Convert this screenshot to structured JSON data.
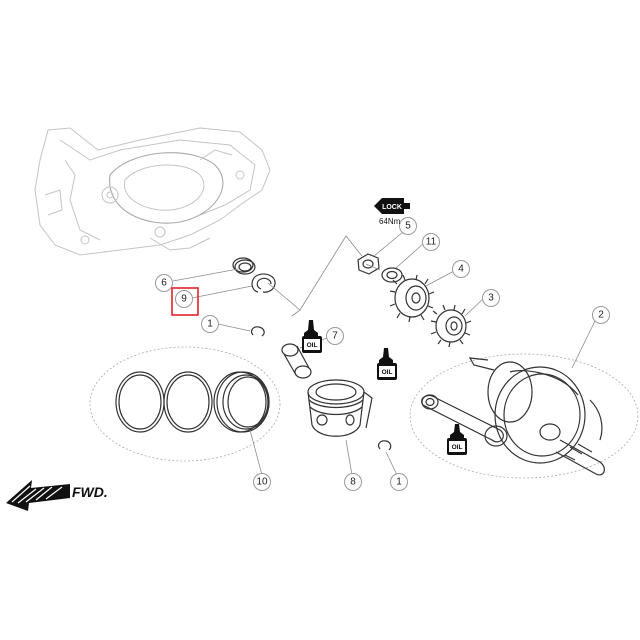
{
  "callouts": {
    "c1a": "1",
    "c1b": "1",
    "c2": "2",
    "c3": "3",
    "c4": "4",
    "c5": "5",
    "c6": "6",
    "c7": "7",
    "c8": "8",
    "c9": "9",
    "c10": "10",
    "c11": "11"
  },
  "labels": {
    "lock": "LOCK",
    "torque": "64Nm",
    "oil": "OIL",
    "fwd": "FWD."
  },
  "colors": {
    "highlight": "#e0242b",
    "bottle": "#111111"
  }
}
